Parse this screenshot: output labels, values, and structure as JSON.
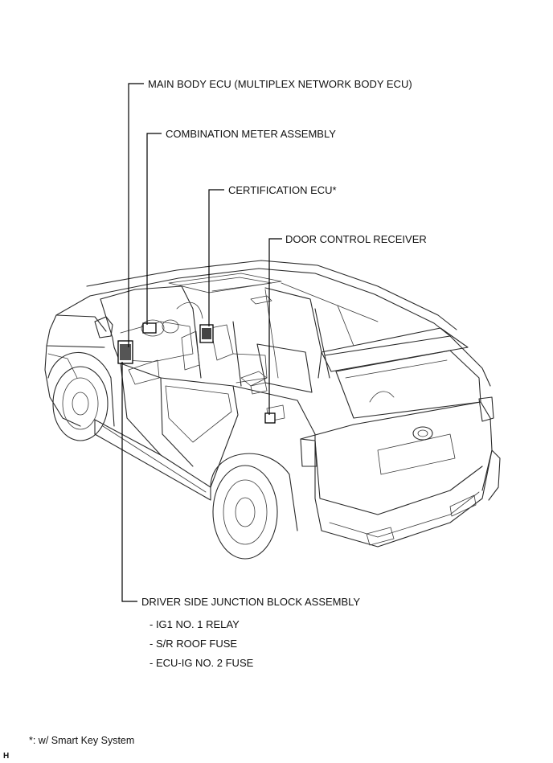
{
  "labels": {
    "main_body_ecu": "MAIN BODY ECU (MULTIPLEX NETWORK BODY ECU)",
    "combination_meter": "COMBINATION METER ASSEMBLY",
    "certification_ecu": "CERTIFICATION  ECU*",
    "door_control_receiver": "DOOR CONTROL RECEIVER",
    "driver_side_jb": "DRIVER SIDE JUNCTION BLOCK ASSEMBLY"
  },
  "jb_items": [
    "- IG1 NO. 1 RELAY",
    "- S/R ROOF FUSE",
    "- ECU-IG NO. 2 FUSE"
  ],
  "footnote": "*: w/ Smart Key System",
  "corner_mark": "H"
}
